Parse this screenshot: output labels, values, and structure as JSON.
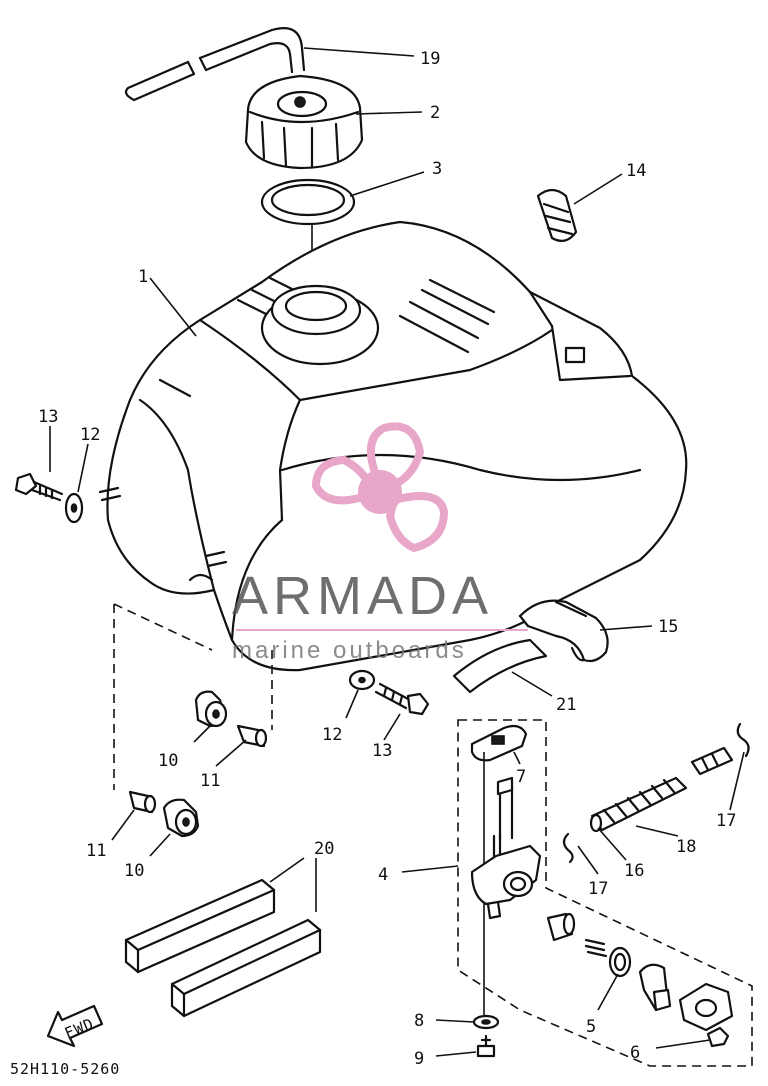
{
  "watermark": {
    "brand": "ARMADA",
    "tagline": "marine outboards",
    "accent_color": "#e8a6c8",
    "icon": "propeller-logo-icon"
  },
  "diagram_code": "52H110-5260",
  "fwd_label": "FWD",
  "callouts": {
    "c1": "1",
    "c2": "2",
    "c3": "3",
    "c4": "4",
    "c5": "5",
    "c6": "6",
    "c7": "7",
    "c8": "8",
    "c9": "9",
    "c10a": "10",
    "c10b": "10",
    "c11a": "11",
    "c11b": "11",
    "c12a": "12",
    "c12b": "12",
    "c13a": "13",
    "c13b": "13",
    "c14": "14",
    "c15": "15",
    "c16": "16",
    "c17a": "17",
    "c17b": "17",
    "c18": "18",
    "c19": "19",
    "c20": "20",
    "c21": "21"
  }
}
